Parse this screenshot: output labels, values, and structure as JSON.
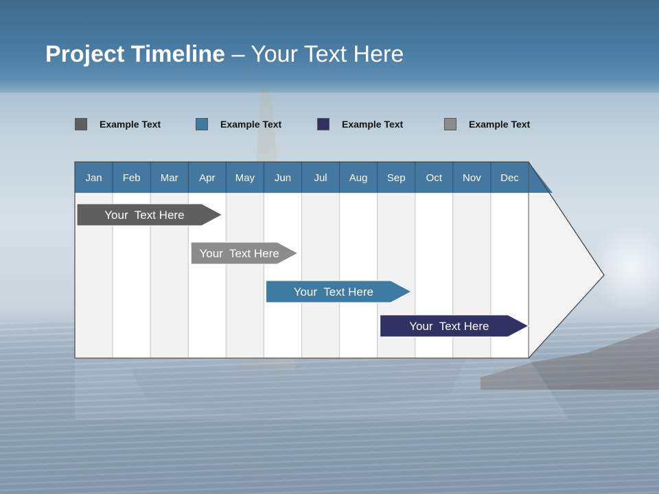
{
  "slide": {
    "title_bold": "Project Timeline",
    "title_rest": " – Your Text Here"
  },
  "legend": [
    {
      "label": "Example Text",
      "color": "#5f5f5f"
    },
    {
      "label": "Example Text",
      "color": "#3f7aa3"
    },
    {
      "label": "Example Text",
      "color": "#2f3263"
    },
    {
      "label": "Example Text",
      "color": "#8c8c8c"
    }
  ],
  "months": [
    "Jan",
    "Feb",
    "Mar",
    "Apr",
    "May",
    "Jun",
    "Jul",
    "Aug",
    "Sep",
    "Oct",
    "Nov",
    "Dec"
  ],
  "tasks": [
    {
      "label": "Your  Text Here",
      "color": "#5f5f5f",
      "start_month": "Jan",
      "end_month": "Apr"
    },
    {
      "label": "Your  Text Here",
      "color": "#8c8c8c",
      "start_month": "Apr",
      "end_month": "Jun"
    },
    {
      "label": "Your  Text Here",
      "color": "#3f7aa3",
      "start_month": "Jun",
      "end_month": "Sep"
    },
    {
      "label": "Your  Text Here",
      "color": "#2f3263",
      "start_month": "Sep",
      "end_month": "Dec"
    }
  ],
  "colors": {
    "header_band": "#4a7ca3",
    "month_header": "#4478a0",
    "column_alt": "#f2f2f2",
    "column_white": "#ffffff"
  }
}
